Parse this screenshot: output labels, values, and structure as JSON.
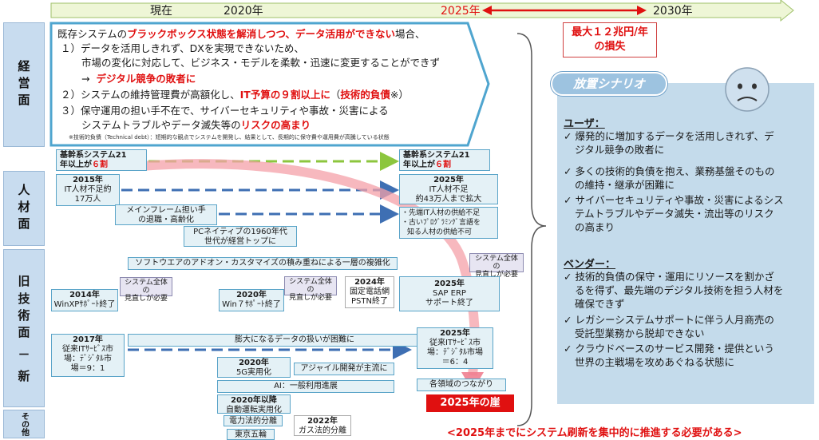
{
  "timeline": {
    "now": "現在",
    "year_2020": "2020年",
    "year_2025": "2025年",
    "year_2030": "2030年"
  },
  "loss_box": {
    "line1": "最大１２兆円/年",
    "line2": "の損失"
  },
  "rows": {
    "management": "経営面",
    "human": "人材面",
    "tech_old": "旧",
    "tech_main": "技術面",
    "tech_dash": "－",
    "tech_new": "新",
    "other": "その他"
  },
  "management": {
    "intro_pre": "既存システムの",
    "intro_red": "ブラックボックス状態を解消しつつ、データ活用ができない",
    "intro_post": "場合、",
    "p1_line1": "１）データを活用しきれず、DXを実現できないため、",
    "p1_line2": "市場の変化に対応して、ビジネス・モデルを柔軟・迅速に変更することができず",
    "p1_arrow": "→",
    "p1_red": "デジタル競争の敗者に",
    "p2_pre": "２）システムの維持管理費が高額化し、",
    "p2_red": "IT予算の９割以上に",
    "p2_mid": "（",
    "p2_red2": "技術的負債",
    "p2_post": "※）",
    "p3_line1": "３）保守運用の担い手不在で、サイバーセキュリティや事故・災害による",
    "p3_pre": "システムトラブルやデータ滅失等の",
    "p3_red": "リスクの高まり",
    "footnote": "※技術的負債（Technical debt）：短期的な観点でシステムを開発し、結果として、長期的に保守費や運用費が高騰している状態"
  },
  "boxes": {
    "core2021_left_a": "基幹系システム21",
    "core2021_left_b": "年以上が",
    "core2021_left_c": "６割",
    "core2021_right_a": "基幹系システム21",
    "core2021_right_b": "年以上が",
    "core2021_right_c": "６割",
    "it2015_year": "2015年",
    "it2015_l1": "IT人材不足約",
    "it2015_l2": "17万人",
    "it2025_year": "2025年",
    "it2025_l1": "IT人材不足",
    "it2025_l2": "約43万人まで拡大",
    "mainframe_l1": "メインフレーム担い手",
    "mainframe_l2": "の退職・高齢化",
    "pc_l1": "PCネイティブの1960年代",
    "pc_l2": "世代が経営トップに",
    "supply_l1": "・先端IT人材の供給不足",
    "supply_l2": "・古いﾌﾟﾛｸﾞﾗﾐﾝｸﾞ言語を",
    "supply_l3": "知る人材の供給不可",
    "software_bar": "ソフトウエアのアドオン・カスタマイズの積み重ねによる一層の複雑化",
    "callout_a_l1": "システム全体の",
    "callout_a_l2": "見直しが必要",
    "callout_b_l1": "システム全体の",
    "callout_b_l2": "見直しが必要",
    "callout_c_l1": "システム全体の",
    "callout_c_l2": "見直しが必要",
    "winxp_year": "2014年",
    "winxp_text": "WinXPｻﾎﾟｰﾄ終了",
    "win7_year": "2020年",
    "win7_text": "Win７ｻﾎﾟｰﾄ終了",
    "pstn_year": "2024年",
    "pstn_l1": "固定電話網",
    "pstn_l2": "PSTN終了",
    "sap_year": "2025年",
    "sap_l1": "SAP ERP",
    "sap_l2": "サポート終了",
    "data_bar": "膨大になるデータの扱いが困難に",
    "svc2017_year": "2017年",
    "svc2017_l1": "従来ITｻｰﾋﾞｽ市",
    "svc2017_l2": "場：ﾃﾞｼﾞﾀﾙ市",
    "svc2017_l3": "場＝9：1",
    "svc2025_year": "2025年",
    "svc2025_l1": "従来ITｻｰﾋﾞｽ市",
    "svc2025_l2": "場：ﾃﾞｼﾞﾀﾙ市場",
    "svc2025_l3": "＝6：4",
    "g5_year": "2020年",
    "g5_text": "5G実用化",
    "agile": "アジャイル開発が主流に",
    "ai": "AI：一般利用進展",
    "connect": "各領域のつながり",
    "cliff": "2025年の崖",
    "auto_year": "2020年以降",
    "auto_text": "自動運転実用化",
    "power": "電力法的分離",
    "gas_year": "2022年",
    "gas_text": "ガス法的分離",
    "tokyo": "東京五輪"
  },
  "scenario": {
    "title": "放置シナリオ",
    "user_heading": "ユーザ：",
    "user_items": [
      "爆発的に増加するデータを活用しきれず、デジタル競争の敗者に",
      "多くの技術的負債を抱え、業務基盤そのものの維持・継承が困難に",
      "サイバーセキュリティや事故・災害によるシステムトラブルやデータ滅失・流出等のリスクの高まり"
    ],
    "vendor_heading": "ベンダー：",
    "vendor_items": [
      "技術的負債の保守・運用にリソースを割かざるを得ず、最先端のデジタル技術を担う人材を確保できず",
      "レガシーシステムサポートに伴う人月商売の受託型業務から脱却できない",
      "クラウドベースのサービス開発・提供という世界の主戦場を攻めあぐねる状態に"
    ],
    "check": "✓"
  },
  "conclusion": "<2025年までにシステム刷新を集中的に推進する必要がある>",
  "colors": {
    "timeline_green": "#eef6d6",
    "accent_red": "#e01010",
    "scenario_bg": "#c4dbeb",
    "box_border": "#5aa4c8",
    "dash_green": "#8cc63e",
    "dash_blue": "#3e6fb3",
    "curve_pink": "#f4a0a8"
  }
}
